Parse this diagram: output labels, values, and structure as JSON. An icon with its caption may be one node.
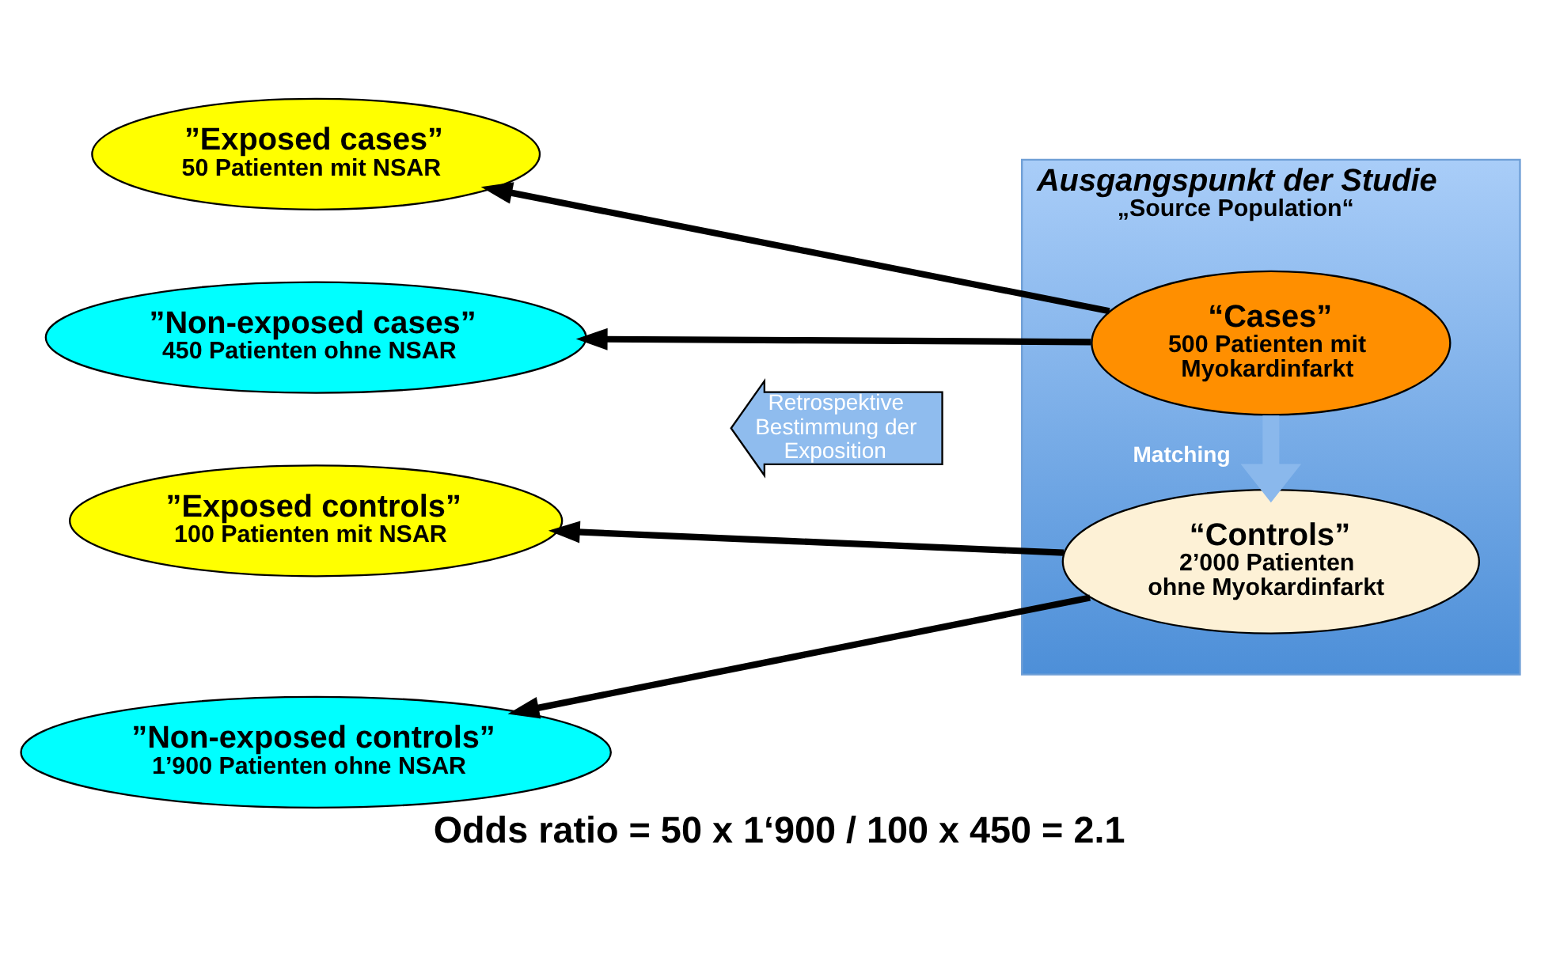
{
  "diagram": {
    "caption": "Odds ratio = 50 x 1‘900 / 100 x 450 = 2.1",
    "nodes": [
      {
        "text": [
          "Ausgangspunkt der Studie",
          "„Source Population“"
        ]
      },
      {
        "text": [
          "“Cases”",
          "500 Patienten mit Myokardinfarkt"
        ],
        "in": 0
      },
      {
        "text": [
          "“Controls”",
          "2’000 Patienten ohne Myokardinfarkt"
        ],
        "in": 0
      },
      {
        "text": [
          "”Exposed cases”",
          "50 Patienten mit NSAR"
        ]
      },
      {
        "text": [
          "”Non-exposed cases”",
          "450 Patienten ohne NSAR"
        ]
      },
      {
        "text": [
          "”Exposed controls”",
          "100 Patienten mit NSAR"
        ]
      },
      {
        "text": [
          "”Non-exposed controls”",
          "1’900 Patienten ohne NSAR"
        ]
      },
      {
        "text": [
          "Retrospektive Bestimmung der Exposition"
        ]
      }
    ],
    "edges": [
      {
        "from": 1,
        "to": 3,
        "arrow": "to"
      },
      {
        "from": 1,
        "to": 4,
        "arrow": "to"
      },
      {
        "from": 1,
        "to": 2,
        "arrow": "to",
        "label": "Matching",
        "style": "thick",
        "color": "#8ab8ec"
      },
      {
        "from": 2,
        "to": 5,
        "arrow": "to"
      },
      {
        "from": 2,
        "to": 6,
        "arrow": "to"
      }
    ]
  }
}
